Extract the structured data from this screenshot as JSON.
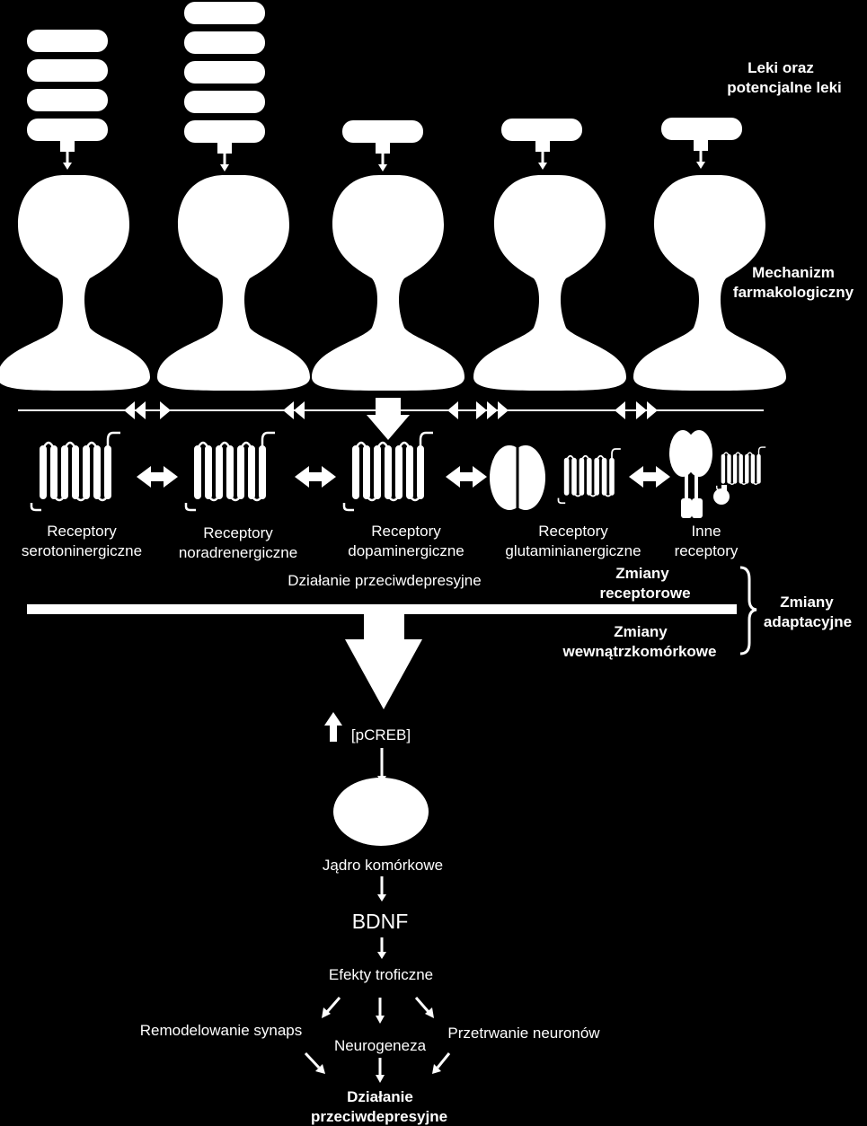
{
  "labels": {
    "drugs_line1": "Leki oraz",
    "drugs_line2": "potencjalne leki",
    "mechanism_line1": "Mechanizm",
    "mechanism_line2": "farmakologiczny",
    "antidepressant_action": "Działanie przeciwdepresyjne",
    "receptor_changes_line1": "Zmiany",
    "receptor_changes_line2": "receptorowe",
    "intracellular_changes_line1": "Zmiany",
    "intracellular_changes_line2": "wewnątrzkomórkowe",
    "adaptive_changes_line1": "Zmiany",
    "adaptive_changes_line2": "adaptacyjne",
    "pcreb": "[pCREB]",
    "nucleus": "Jądro komórkowe",
    "bdnf": "BDNF",
    "trophic_effects": "Efekty troficzne",
    "synapse_remodeling": "Remodelowanie synaps",
    "neurogenesis": "Neurogeneza",
    "neuron_survival": "Przetrwanie neuronów",
    "final_line1": "Działanie",
    "final_line2": "przeciwdepresyjne"
  },
  "receptors": [
    {
      "line1": "Receptory",
      "line2": "serotoninergiczne"
    },
    {
      "line1": "Receptory",
      "line2": "noradrenergiczne"
    },
    {
      "line1": "Receptory",
      "line2": "dopaminergiczne"
    },
    {
      "line1": "Receptory",
      "line2": "glutaminianergiczne"
    },
    {
      "line1": "Inne",
      "line2": "receptory"
    }
  ],
  "drug_stack_counts": [
    4,
    5,
    1,
    1,
    1
  ],
  "colors": {
    "background": "#000000",
    "foreground": "#ffffff"
  }
}
